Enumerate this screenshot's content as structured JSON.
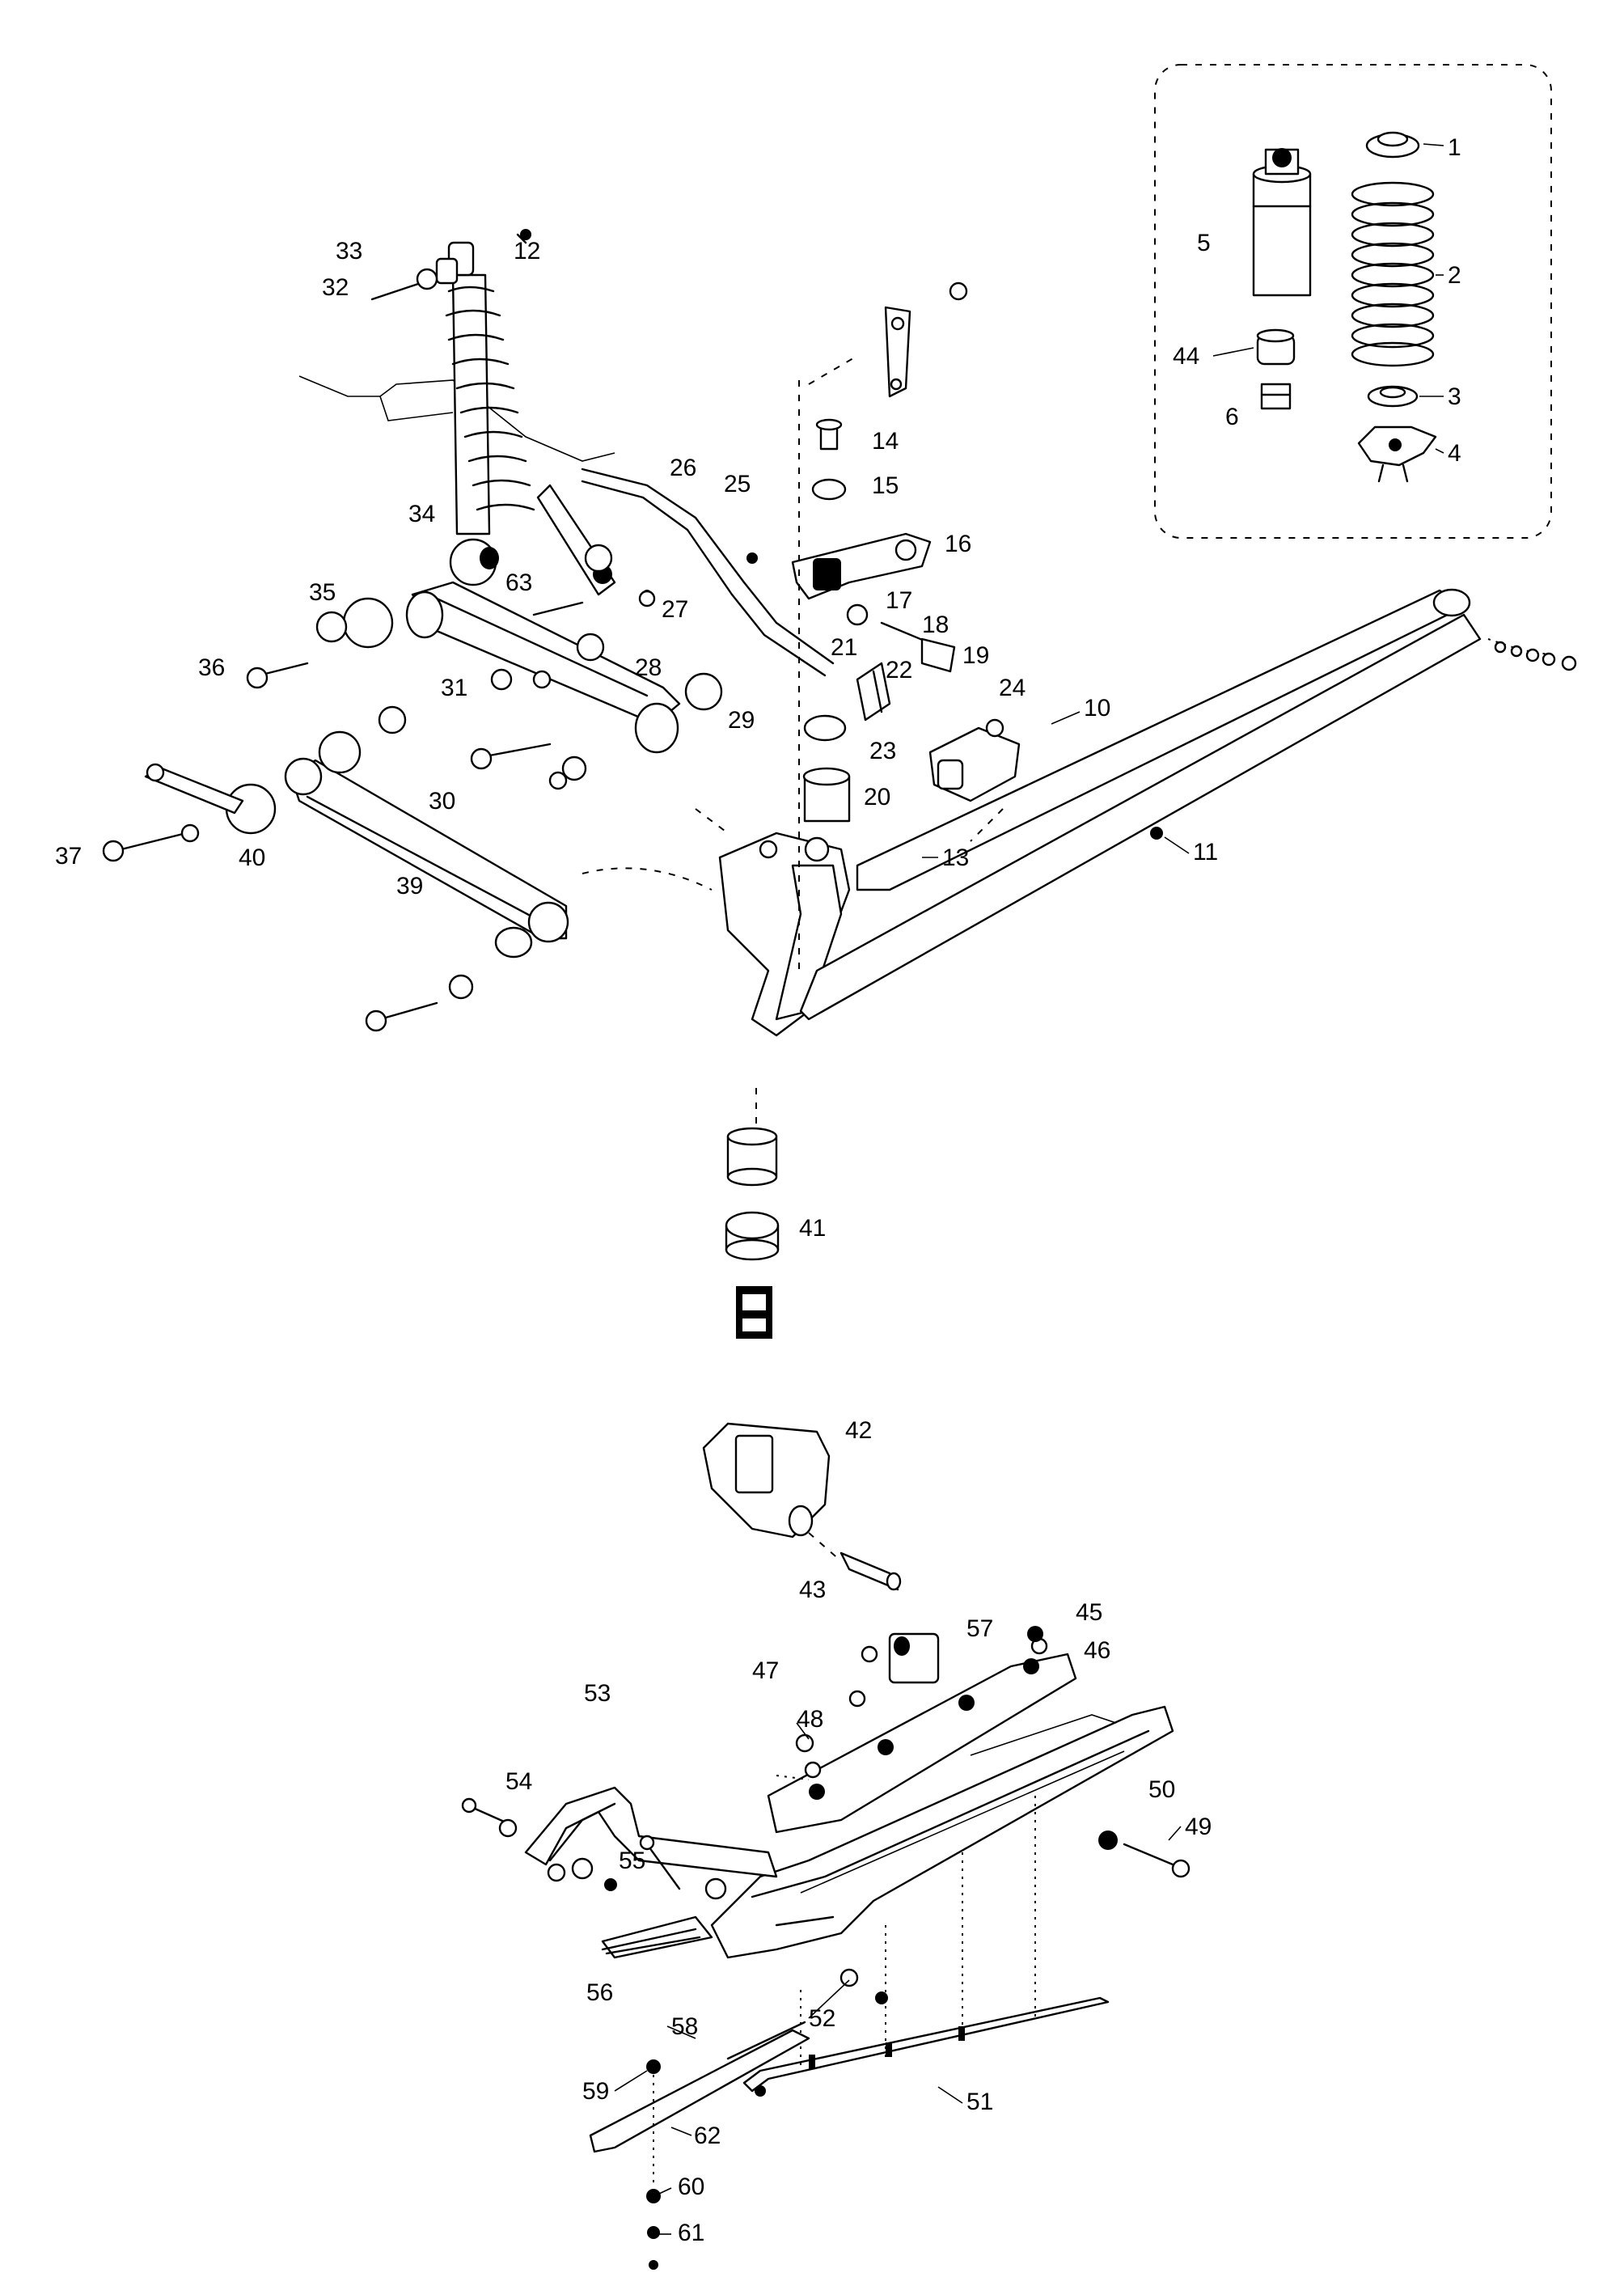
{
  "diagram": {
    "callouts": [
      "1",
      "2",
      "3",
      "4",
      "5",
      "6",
      "10",
      "11",
      "12",
      "13",
      "14",
      "15",
      "16",
      "17",
      "18",
      "19",
      "20",
      "21",
      "22",
      "23",
      "24",
      "25",
      "26",
      "27",
      "28",
      "29",
      "30",
      "31",
      "32",
      "33",
      "34",
      "35",
      "36",
      "37",
      "39",
      "40",
      "41",
      "42",
      "43",
      "44",
      "45",
      "46",
      "47",
      "48",
      "49",
      "50",
      "51",
      "52",
      "53",
      "54",
      "55",
      "56",
      "57",
      "58",
      "59",
      "60",
      "61",
      "62",
      "63"
    ]
  }
}
